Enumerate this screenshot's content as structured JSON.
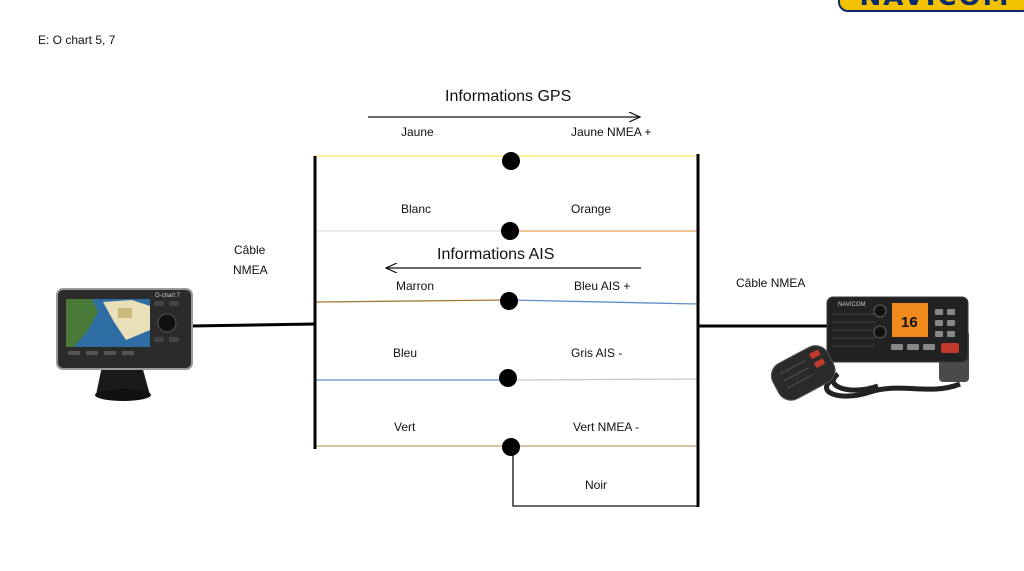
{
  "header": {
    "subtitle": "E: O chart 5, 7",
    "logo_text": "NAVICOM"
  },
  "flows": {
    "gps_title": "Informations GPS",
    "ais_title": "Informations AIS"
  },
  "cables": {
    "left_label_line1": "Câble",
    "left_label_line2": "NMEA",
    "right_label": "Câble NMEA"
  },
  "wires": [
    {
      "left": "Jaune",
      "right": "Jaune NMEA +",
      "left_color": "#f5e663",
      "right_color": "#f5e663"
    },
    {
      "left": "Blanc",
      "right": "Orange",
      "left_color": "#dddddd",
      "right_color": "#e8a15a"
    },
    {
      "left": "Marron",
      "right": "Bleu AIS +",
      "left_color": "#a07a3c",
      "right_color": "#5f8ec6"
    },
    {
      "left": "Bleu",
      "right": "Gris AIS -",
      "left_color": "#5f8ec6",
      "right_color": "#c8c8c8"
    },
    {
      "left": "Vert",
      "right": "Vert NMEA -",
      "left_color": "#b9a36a",
      "right_color": "#b9a36a"
    }
  ],
  "ground": {
    "label": "Noir"
  },
  "devices": {
    "plotter_brand": "O-chart 7",
    "radio_channel": "16",
    "radio_brand": "NAVICOM"
  }
}
